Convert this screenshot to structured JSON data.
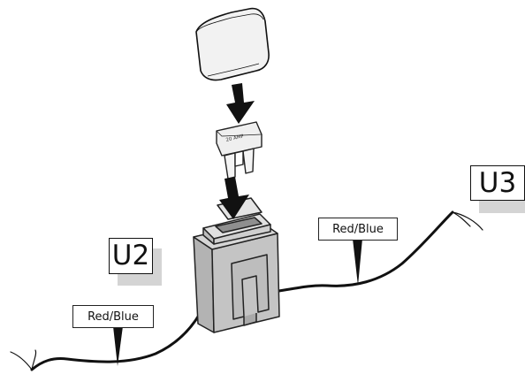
{
  "callouts": {
    "u2": "U2",
    "u3": "U3"
  },
  "wire_labels": {
    "right": "Red/Blue",
    "left": "Red/Blue"
  },
  "colors": {
    "housing": "#c4c4c4",
    "housing_dark": "#a9a9a9",
    "fuse_cap": "#f2f2f2",
    "wire": "#111111",
    "label_shadow": "#d4d4d4"
  }
}
